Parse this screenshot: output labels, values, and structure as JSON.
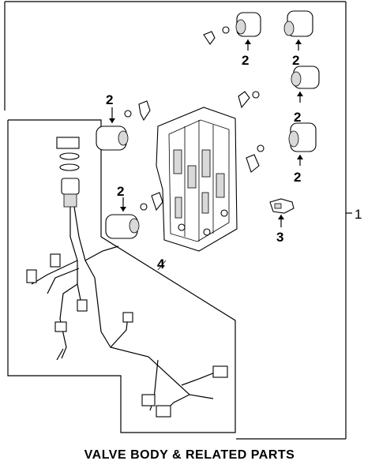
{
  "caption": "VALVE BODY & RELATED PARTS",
  "callouts": {
    "solenoid": "2",
    "bracket": "3",
    "harness": "4",
    "assembly": "1"
  }
}
